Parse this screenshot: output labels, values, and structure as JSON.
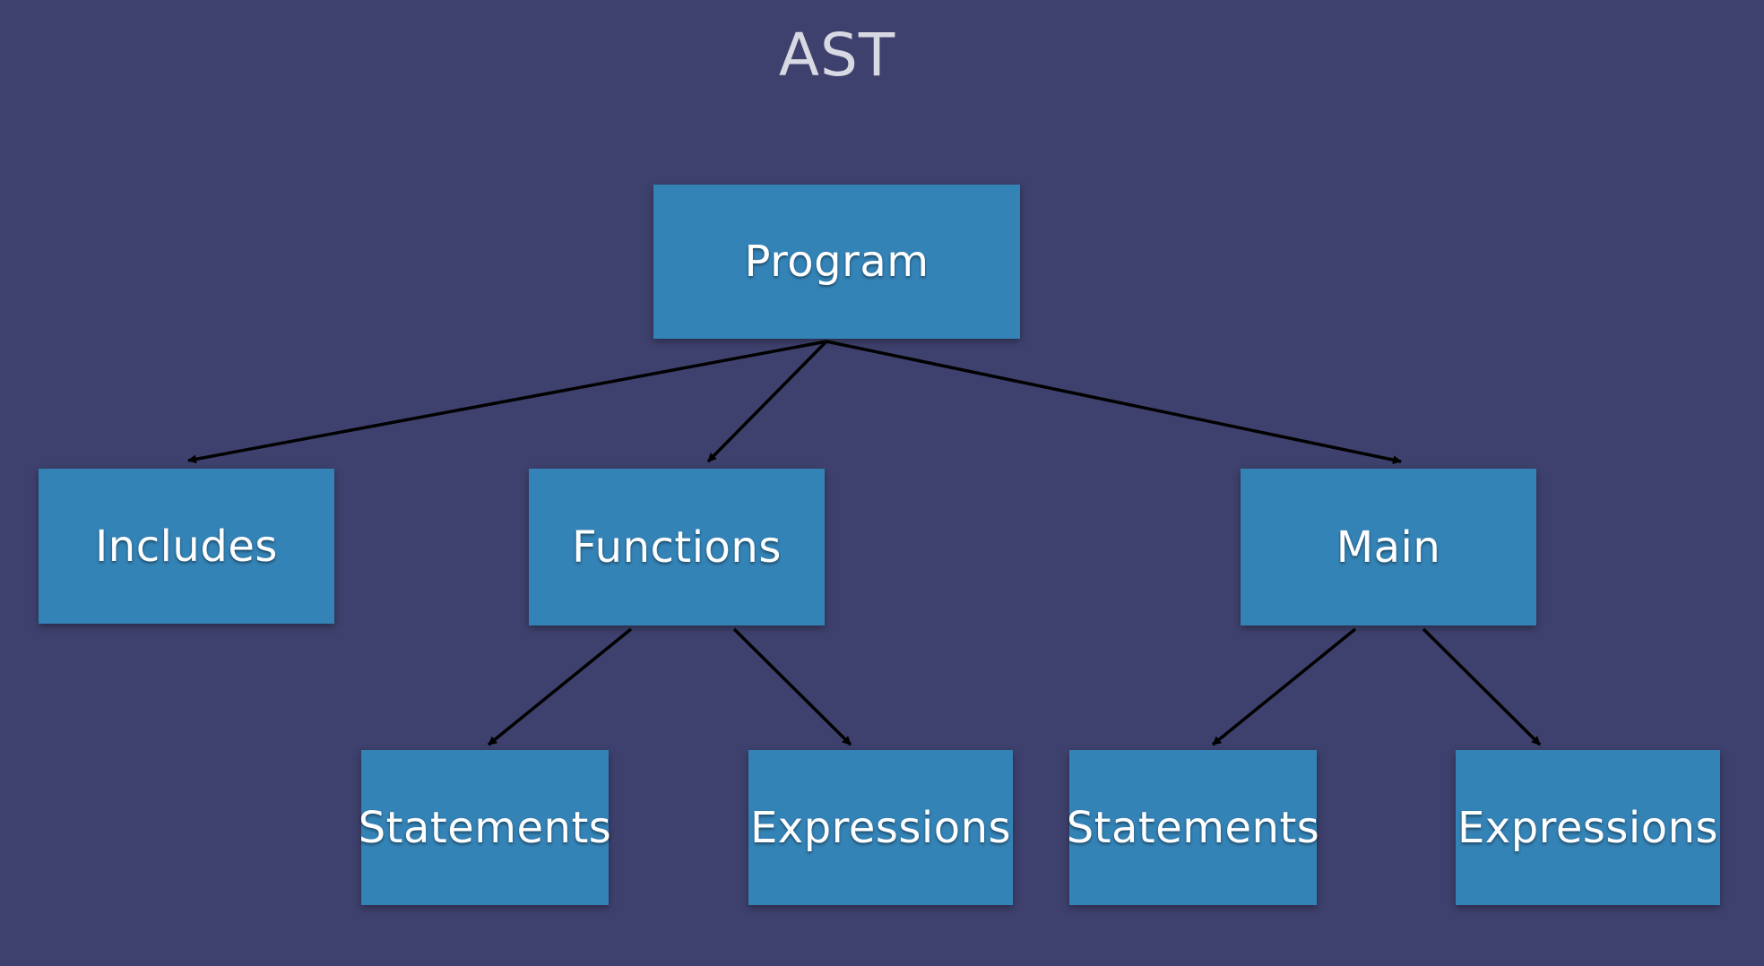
{
  "title": "AST",
  "nodes": {
    "program": "Program",
    "includes": "Includes",
    "functions": "Functions",
    "main": "Main",
    "statements_1": "Statements",
    "expressions_1": "Expressions",
    "statements_2": "Statements",
    "expressions_2": "Expressions"
  },
  "edges": [
    {
      "from": "program",
      "to": "includes"
    },
    {
      "from": "program",
      "to": "functions"
    },
    {
      "from": "program",
      "to": "main"
    },
    {
      "from": "functions",
      "to": "statements_1"
    },
    {
      "from": "functions",
      "to": "expressions_1"
    },
    {
      "from": "main",
      "to": "statements_2"
    },
    {
      "from": "main",
      "to": "expressions_2"
    }
  ],
  "colors": {
    "background": "#3e416d",
    "node_fill": "#3483b6",
    "edge": "#000000",
    "title_text": "#d9d9e3",
    "node_text": "#ffffff"
  }
}
